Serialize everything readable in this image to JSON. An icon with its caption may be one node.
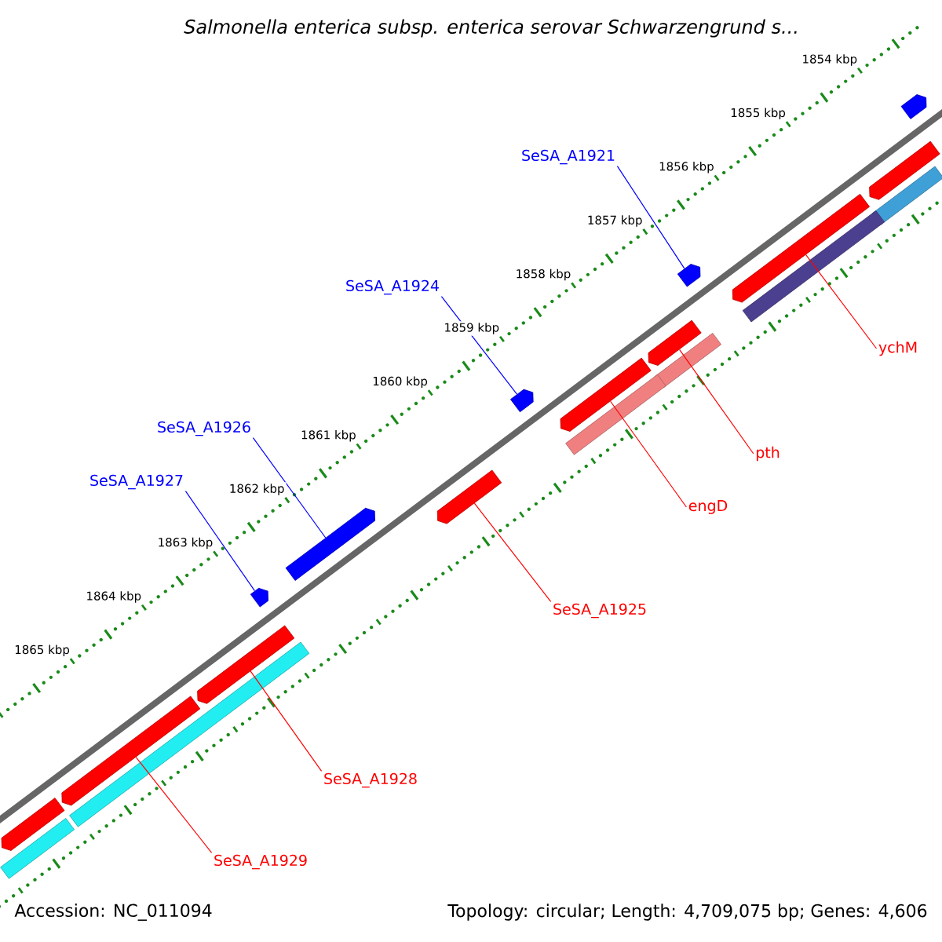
{
  "diagram": {
    "title": "Salmonella enterica subsp. enterica serovar Schwarzengrund s...",
    "nodes": [
      {
        "text": [
          "SeSA_A1921"
        ]
      },
      {
        "text": [
          "SeSA_A1924"
        ]
      },
      {
        "text": [
          "SeSA_A1926"
        ]
      },
      {
        "text": [
          "SeSA_A1927"
        ]
      },
      {
        "text": [
          "ychM"
        ]
      },
      {
        "text": [
          "pth"
        ]
      },
      {
        "text": [
          "engD"
        ]
      },
      {
        "text": [
          "SeSA_A1925"
        ]
      },
      {
        "text": [
          "SeSA_A1928"
        ]
      },
      {
        "text": [
          "SeSA_A1929"
        ]
      },
      {
        "text": [],
        "shape": "pentagon"
      },
      {
        "text": [],
        "shape": "pentagon"
      },
      {
        "text": [],
        "shape": "pentagon"
      },
      {
        "text": [],
        "shape": "pentagon"
      },
      {
        "text": [],
        "shape": "pentagon"
      },
      {
        "text": [],
        "shape": "pentagon"
      },
      {
        "text": [],
        "shape": "pentagon"
      },
      {
        "text": [],
        "shape": "pentagon"
      },
      {
        "text": [],
        "shape": "pentagon"
      },
      {
        "text": [],
        "shape": "pentagon"
      },
      {
        "text": [],
        "shape": "pentagon"
      },
      {
        "text": [],
        "shape": "pentagon"
      },
      {
        "text": [],
        "shape": "pentagon"
      },
      {
        "text": [],
        "shape": "bar"
      },
      {
        "text": [],
        "shape": "bar"
      },
      {
        "text": [],
        "shape": "bar"
      },
      {
        "text": [],
        "shape": "bar"
      },
      {
        "text": [],
        "shape": "bar"
      },
      {
        "text": [],
        "shape": "bar"
      }
    ],
    "edges": [
      {
        "from": 0,
        "to": 11,
        "arrow": "none",
        "color": "#0000ff"
      },
      {
        "from": 1,
        "to": 12,
        "arrow": "none",
        "color": "#0000ff"
      },
      {
        "from": 2,
        "to": 13,
        "arrow": "none",
        "color": "#0000ff"
      },
      {
        "from": 3,
        "to": 14,
        "arrow": "none",
        "color": "#0000ff"
      },
      {
        "from": 4,
        "to": 16,
        "arrow": "none"
      },
      {
        "from": 5,
        "to": 17,
        "arrow": "none"
      },
      {
        "from": 6,
        "to": 18,
        "arrow": "none"
      },
      {
        "from": 7,
        "to": 19,
        "arrow": "none"
      },
      {
        "from": 8,
        "to": 20,
        "arrow": "none"
      },
      {
        "from": 9,
        "to": 21,
        "arrow": "none"
      }
    ],
    "labels": [
      "1854 kbp",
      "1855 kbp",
      "1856 kbp",
      "1857 kbp",
      "1858 kbp",
      "1859 kbp",
      "1860 kbp",
      "1861 kbp",
      "1862 kbp",
      "1863 kbp",
      "1864 kbp",
      "1865 kbp",
      "Accession: NC_011094",
      "Topology: circular; Length: 4,709,075 bp; Genes: 4,606"
    ]
  }
}
